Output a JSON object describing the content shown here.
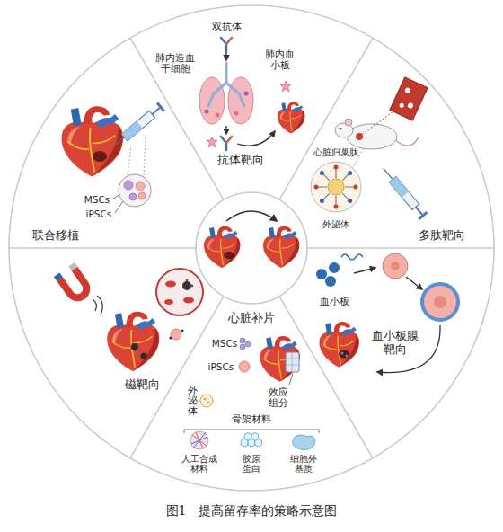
{
  "diagram": {
    "caption": "图1　提高留存率的策略示意图",
    "nodes": [
      {
        "text": [
          "抗体靶向"
        ]
      },
      {
        "text": [
          "多肽靶向"
        ]
      },
      {
        "text": [
          "血小板膜靶向"
        ]
      },
      {
        "text": [
          "心脏补片"
        ]
      },
      {
        "text": [
          "磁靶向"
        ]
      },
      {
        "text": [
          "联合移植"
        ]
      }
    ],
    "labels": [
      "双抗体",
      "肺内造血干细胞",
      "肺内血小板",
      "MSCs",
      "iPSCs",
      "心脏归巢肽",
      "外泌体",
      "血小板",
      "MSCs",
      "iPSCs",
      "效应组分",
      "外泌体",
      "骨架材料",
      "人工合成材料",
      "胶原蛋白",
      "细胞外基质"
    ]
  }
}
